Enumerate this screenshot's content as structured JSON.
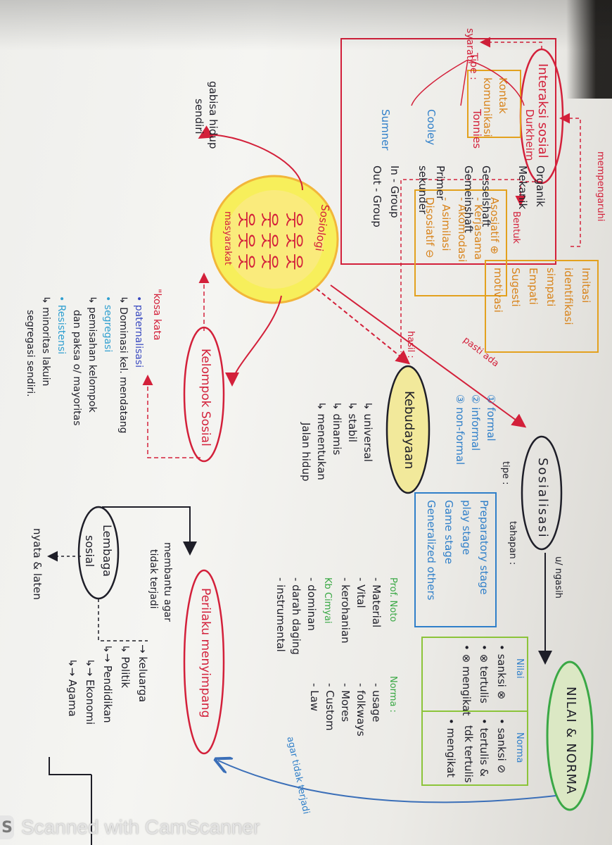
{
  "central": {
    "title": "Sosiologi",
    "caption": "masyarakat",
    "symbol": "웃"
  },
  "solo_note": {
    "line1": "gabisa hidup",
    "line2": "sendiri"
  },
  "interaksi": {
    "title": "Interaksi sosial",
    "syarat": "syarat",
    "syarat_items": [
      "Kontak",
      "komunikasi"
    ],
    "mempengaruhi": "mempengaruhi",
    "faktor": [
      "Imitasi",
      "identifikasi",
      "simpati",
      "Empati",
      "Sugesti",
      "motivasi"
    ],
    "bentuk_label": "Bentuk",
    "bentuk_items": [
      "Asosiatif ⊕",
      "- Kerjasama",
      "- Akomodasi",
      "- Asimilasi",
      "Disosiatif ⊖"
    ]
  },
  "kebudayaan": {
    "title": "Kebudayaan",
    "hasil_label": "hasil :",
    "items": [
      "↳ universal",
      "↳ stabil",
      "↳ dinamis",
      "↳ menentukan",
      "Jalan hidup"
    ]
  },
  "sosialisasi": {
    "title": "Sosialisasi",
    "pasti_ada": "pasti ada",
    "tipe_label": "tipe :",
    "tipe_items": [
      "① formal",
      "② informal",
      "③ non-formal"
    ],
    "tahapan_label": "tahapan :",
    "tahapan_items": [
      "Preparatory stage",
      "play stage",
      "Game stage",
      "Generalized others"
    ],
    "ngasih": "u/ ngasih"
  },
  "nilai_norma": {
    "title": "NILAI & NORMA",
    "nilai_label": "Nilai",
    "nilai_items": [
      "• sanksi ⊗",
      "• ⊗ tertulis",
      "• ⊗ mengikat"
    ],
    "norma_label": "Norma",
    "norma_items": [
      "• sanksi ⊘",
      "• tertulis &",
      "tdk tertulis",
      "• mengikat"
    ],
    "prof_label": "Prof. Noto",
    "prof_items": [
      "- Material",
      "- Vital",
      "- kerohanian"
    ],
    "kb_label": "Kb Cimyai",
    "kb_items": [
      "- dominan",
      "- darah daging",
      "- instrumental"
    ],
    "norma2_label": "Norma :",
    "norma2_items": [
      "- usage",
      "- folkways",
      "- Mores",
      "- Custom",
      "- Law"
    ],
    "agar": "agar tidak terjadi"
  },
  "kelompok": {
    "title": "Kelompok Sosial",
    "tipe_label": "Tipe :",
    "durkheim": "Durkheim",
    "durkheim_items": [
      "Organik",
      "Mekanik"
    ],
    "tonnies": "Tonnies",
    "tonnies_items": [
      "Gesselshaft",
      "Gemeinshaft"
    ],
    "cooley": "Cooley",
    "cooley_items": [
      "Primer",
      "sekunder"
    ],
    "sumner": "Sumner",
    "sumner_items": [
      "In - Group",
      "Out - Group"
    ],
    "kosa_label": "\"kosa kata",
    "kosa_items": [
      {
        "text": "• paternalisasi",
        "color": "#3a4ac0"
      },
      {
        "text": "↳ Dominasi kel. mendatang",
        "color": "#1e1e28"
      },
      {
        "text": "• segregasi",
        "color": "#2f9fd0"
      },
      {
        "text": "↳ pemisahan kelompok",
        "color": "#1e1e28"
      },
      {
        "text": "dan paksa o/ mayoritas",
        "color": "#1e1e28"
      },
      {
        "text": "• Resistensi",
        "color": "#2f9fd0"
      },
      {
        "text": "↳ minoritas lakuin",
        "color": "#1e1e28"
      },
      {
        "text": "segregasi sendiri.",
        "color": "#1e1e28"
      }
    ]
  },
  "lembaga": {
    "title_line1": "Lembaga",
    "title_line2": "sosial",
    "nyata": "nyata & laten",
    "membantu1": "membantu agar",
    "membantu2": "tidak terjadi",
    "items": [
      "→ keluarga",
      "↳ Politik",
      "↳→ Pendidikan",
      "↳→ Ekonomi",
      "↳→ Agama"
    ]
  },
  "perilaku": {
    "title": "Perilaku menyimpang"
  },
  "watermark": {
    "text": "Scanned with CamScanner",
    "logo": "S"
  }
}
